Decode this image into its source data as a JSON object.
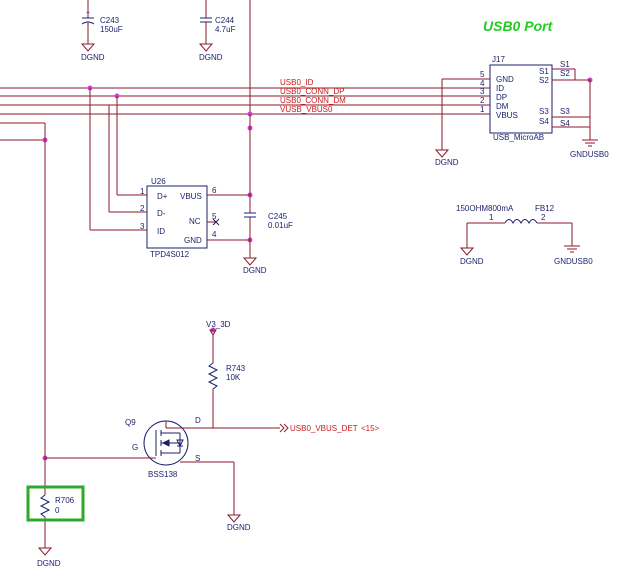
{
  "title": "USB0 Port",
  "capacitors": {
    "c243": {
      "ref": "C243",
      "value": "150uF"
    },
    "c244": {
      "ref": "C244",
      "value": "4.7uF"
    },
    "c245": {
      "ref": "C245",
      "value": "0.01uF"
    }
  },
  "nets": {
    "usb0_id": "USB0_ID",
    "usb0_conn_dp": "USB0_CONN_DP",
    "usb0_conn_dm": "USB0_CONN_DM",
    "vusb_vbus0": "VUSB_VBUS0",
    "usb0_vbus_det": "USB0_VBUS_DET",
    "vbus_det_ref": "<15>",
    "v3_3d": "V3_3D"
  },
  "grounds": {
    "dgnd": "DGND",
    "gndusb0": "GNDUSB0"
  },
  "j17": {
    "ref": "J17",
    "footprint": "USB_MicroAB",
    "pins": [
      {
        "num": "5",
        "name": "GND"
      },
      {
        "num": "4",
        "name": "ID"
      },
      {
        "num": "3",
        "name": "DP"
      },
      {
        "num": "2",
        "name": "DM"
      },
      {
        "num": "1",
        "name": "VBUS"
      }
    ],
    "shield_pins": [
      "S1",
      "S2",
      "S3",
      "S4"
    ]
  },
  "u26": {
    "ref": "U26",
    "part": "TPD4S012",
    "left_pins": [
      {
        "num": "1",
        "name": "D+"
      },
      {
        "num": "2",
        "name": "D-"
      },
      {
        "num": "3",
        "name": "ID"
      }
    ],
    "right_pins": [
      {
        "num": "6",
        "name": "VBUS"
      },
      {
        "num": "5",
        "name": "NC"
      },
      {
        "num": "4",
        "name": "GND"
      }
    ]
  },
  "fb12": {
    "ref": "FB12",
    "value": "150OHM800mA",
    "pin1": "1",
    "pin2": "2"
  },
  "r743": {
    "ref": "R743",
    "value": "10K"
  },
  "r706": {
    "ref": "R706",
    "value": "0"
  },
  "q9": {
    "ref": "Q9",
    "part": "BSS138",
    "gate": "G",
    "drain": "D",
    "source": "S"
  },
  "highlight_color": "#2ea82e"
}
